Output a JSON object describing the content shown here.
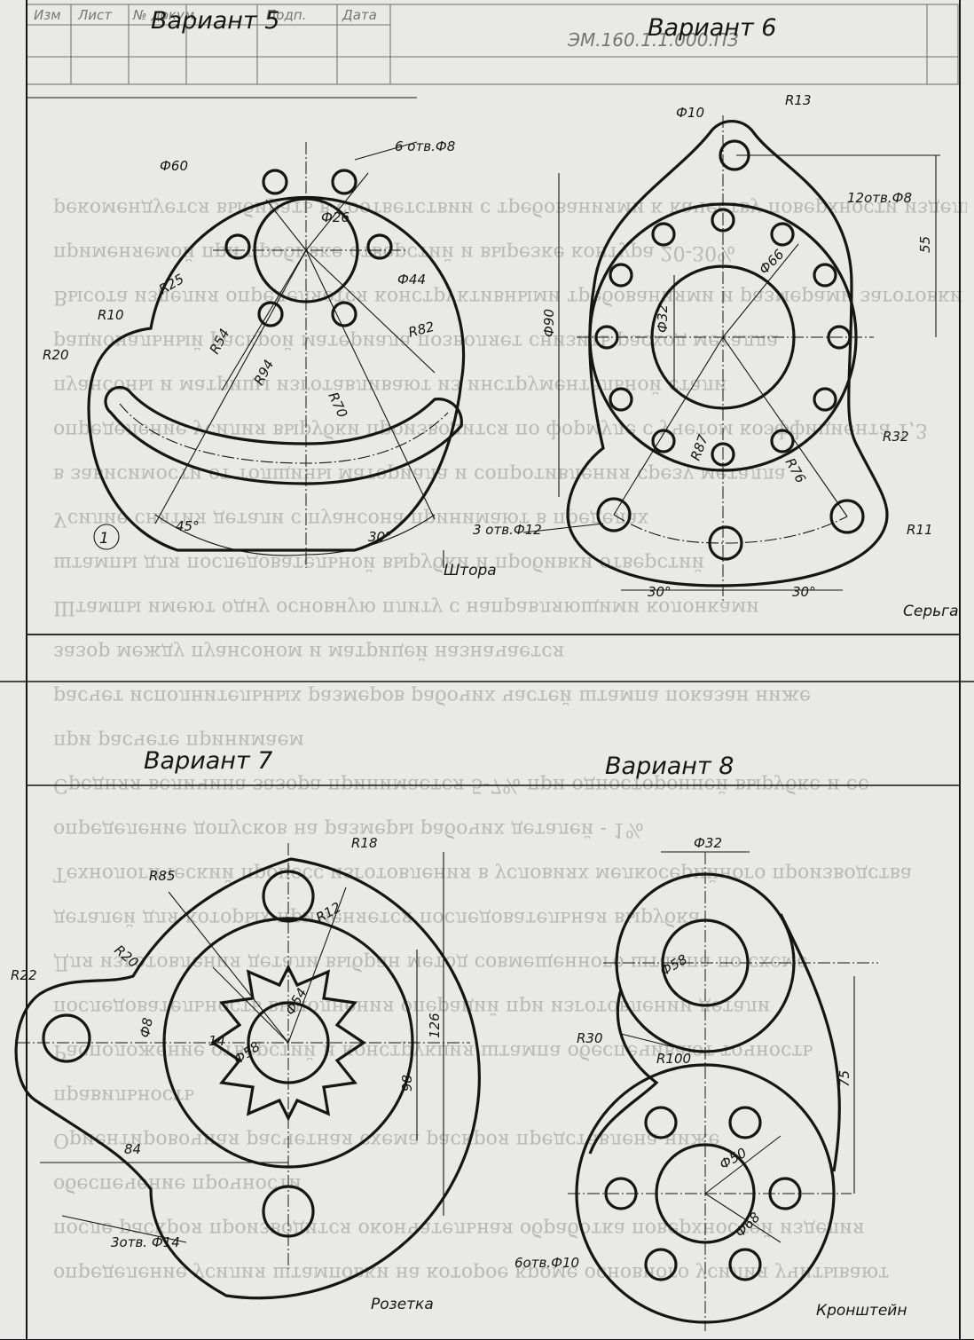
{
  "stamp": {
    "header": [
      "Изм",
      "Лист",
      "№ докум.",
      "Подп.",
      "Дата"
    ],
    "code": "ЭМ.160.1.1.000.ПЗ"
  },
  "variants": [
    {
      "title": "Вариант 5",
      "name": "Штора",
      "number": "1",
      "dims": [
        "6 отв.Ф8",
        "Ф60",
        "Ф26",
        "Ф44",
        "R25",
        "R10",
        "R20",
        "R54",
        "R94",
        "R82",
        "R70",
        "45°",
        "30°"
      ]
    },
    {
      "title": "Вариант 6",
      "name": "Серьга",
      "dims": [
        "Ф10",
        "R13",
        "12отв.Ф8",
        "55",
        "Ф90",
        "Ф66",
        "Ф32",
        "R87",
        "R76",
        "R32",
        "R11",
        "3 отв.Ф12",
        "30°",
        "30°"
      ]
    },
    {
      "title": "Вариант 7",
      "name": "Розетка",
      "dims": [
        "R18",
        "R85",
        "R12",
        "R20",
        "R22",
        "Ф54",
        "Ф58",
        "Ф8",
        "14",
        "126",
        "98",
        "84",
        "3отв. Ф14"
      ]
    },
    {
      "title": "Вариант 8",
      "name": "Кронштейн",
      "dims": [
        "Ф32",
        "Ф58",
        "R30",
        "R100",
        "75",
        "Ф50",
        "Ф68",
        "6отв.Ф10"
      ]
    }
  ],
  "ghost_lines": [
    "рекомендуется выбирать в соответствии с требованиями к качеству поверхности изделия",
    "применяемой при пробивке отверстий и вырезке контура 20-30%",
    "Высота изделия определяется конструктивными требованиями и размерами заготовки",
    "рациональный раскрой материала позволяет снизить расход металла",
    "пуансоны и матрицы изготавливают из инструментальной стали",
    "определение усилия вырубки производится по формуле с учетом коэффициента 1,3",
    "в зависимости от толщины материала и сопротивления срезу металла",
    "Усилие снятия детали с пуансона принимают в пределах",
    "штампы для последовательной вырубки и пробивки отверстий",
    "Штампы имеют одну основную плиту с направляющими колонками",
    "зазор между пуансоном и матрицей назначается",
    "расчет исполнительных размеров рабочих частей штампа показан ниже",
    "при расчете принимаем",
    "Средняя величина зазора принимается 5-7% при односторонней вырубке и ее",
    "определение допусков на размеры рабочих деталей - 1%",
    "Технологический процесс изготовления в условиях мелкосерийного производства",
    "деталей для которых применяется последовательная вырубка",
    "Для изготовления детали выбран метод совмещенного штампа по схеме",
    "последовательность выполнения операций при изготовлении детали",
    "Расположение отверстий и конструкция штампа обеспечивают точность",
    "правильность",
    "Ориентировочная расчетная схема раскроя представлена ниже",
    "обеспечение прочности",
    "после раскроя производится окончательная обработка поверхностей изделия",
    "определение усилия штамповки на которое кроме основного усилия учитывают"
  ]
}
